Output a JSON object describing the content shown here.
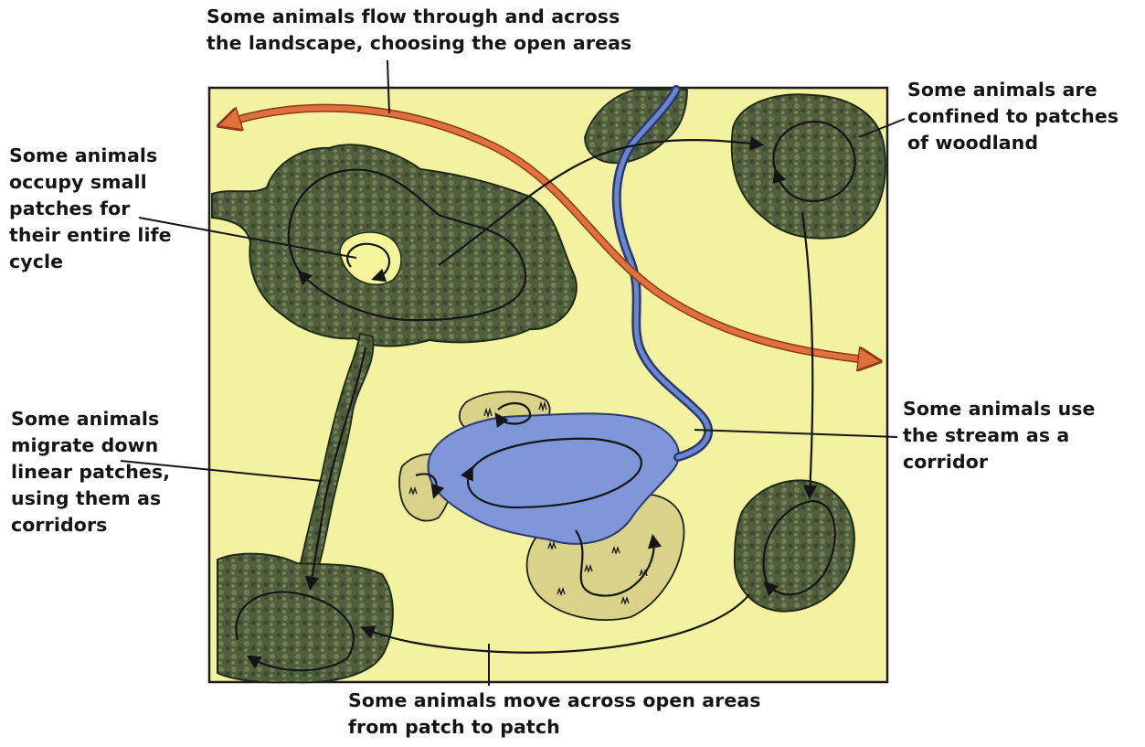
{
  "colors": {
    "meadow": "#f3f2a0",
    "woodland": "#4f5e3d",
    "woodland_light": "#6f7d55",
    "clearing": "#f4f59a",
    "marsh": "#d8d388",
    "pond": "#7f97d8",
    "stream": "#3d5bb0",
    "flow_arrow": "#e0703c",
    "ink": "#151515"
  },
  "labels": {
    "flow": [
      "Some animals flow through and across",
      "the landscape, choosing the open areas"
    ],
    "woodland": [
      "Some animals are",
      "confined to patches",
      "of woodland"
    ],
    "small_patches": [
      "Some animals",
      "occupy small",
      "patches for",
      "their entire life",
      "cycle"
    ],
    "migrate": [
      "Some animals",
      "migrate down",
      "linear patches,",
      "using them as",
      "corridors"
    ],
    "stream": [
      "Some animals use",
      "the stream as a",
      "corridor"
    ],
    "open_areas": [
      "Some animals move across open areas",
      "from patch to patch"
    ]
  },
  "icons": {
    "flow_arrow": "orange-double-headed-arrow",
    "movement_arrow": "black-movement-arrow",
    "grass_tuft": "grass-tuft-icon"
  }
}
